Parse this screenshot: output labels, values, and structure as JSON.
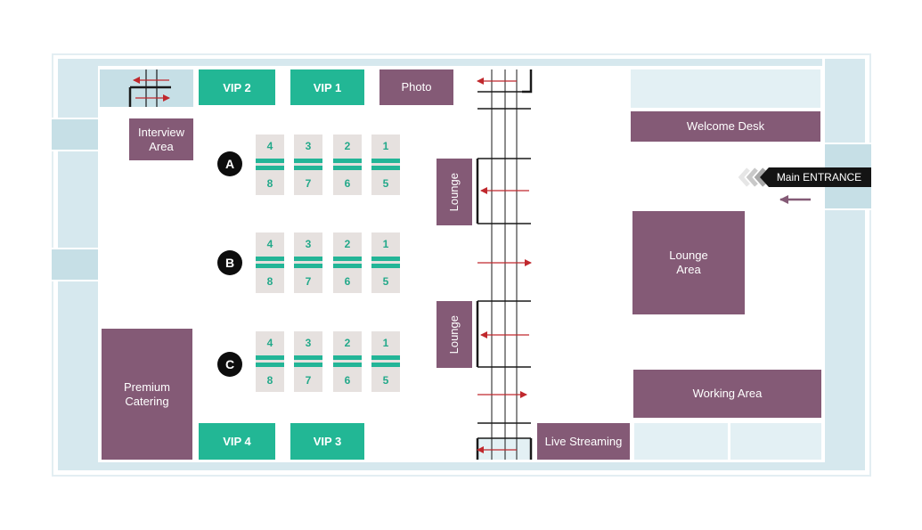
{
  "rooms": {
    "vip2": "VIP 2",
    "vip1": "VIP 1",
    "vip3": "VIP 3",
    "vip4": "VIP 4",
    "photo": "Photo",
    "interview": "Interview Area",
    "premium_catering": "Premium Catering",
    "lounge_upper": "Lounge",
    "lounge_lower": "Lounge",
    "welcome_desk": "Welcome Desk",
    "lounge_area": "Lounge Area",
    "working_area": "Working Area",
    "live_streaming": "Live Streaming"
  },
  "entrance": {
    "label": "Main ENTRANCE"
  },
  "rows": [
    {
      "label": "A",
      "top": [
        "4",
        "3",
        "2",
        "1"
      ],
      "bottom": [
        "8",
        "7",
        "6",
        "5"
      ]
    },
    {
      "label": "B",
      "top": [
        "4",
        "3",
        "2",
        "1"
      ],
      "bottom": [
        "8",
        "7",
        "6",
        "5"
      ]
    },
    {
      "label": "C",
      "top": [
        "4",
        "3",
        "2",
        "1"
      ],
      "bottom": [
        "8",
        "7",
        "6",
        "5"
      ]
    }
  ],
  "colors": {
    "teal": "#22b795",
    "purple": "#845a76",
    "wall": "#d6e8ee",
    "arrow": "#c0282d",
    "entrance_arrow": "#845a76"
  }
}
